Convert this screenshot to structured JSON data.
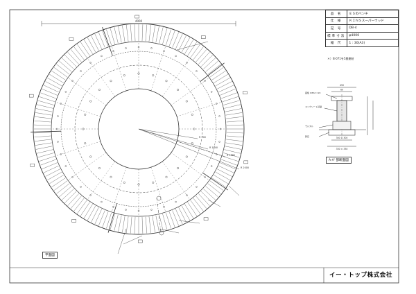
{
  "title_block": {
    "rows": [
      {
        "label": "品 名",
        "value": "ＥＳのベンチ"
      },
      {
        "label": "仕 様",
        "value": "ＫＩＮＳスーパーウッド"
      },
      {
        "label": "記 号",
        "value": "DB-4"
      },
      {
        "label": "標準寸法",
        "value": "φ4000"
      },
      {
        "label": "縮 尺",
        "value": "1 : 30(A3)"
      }
    ],
    "note": "＊）B-071を5基連結"
  },
  "plan_view": {
    "overall_dim": "4000",
    "label": "平面図",
    "callouts": [
      "R 700",
      "R 1640",
      "R 1865",
      "R 2000"
    ]
  },
  "section_view": {
    "label": "A-A' 部断面図",
    "dims_top": [
      "450",
      "60"
    ],
    "dims_bottom": [
      "300 × 300",
      "330 × 330"
    ],
    "callouts": [
      "座板 KINS t=20",
      "コンクリート基礎",
      "モルタル",
      "砕石"
    ]
  },
  "company": "イー・トップ株式会社",
  "colors": {
    "line": "#333333",
    "paper": "#ffffff"
  }
}
